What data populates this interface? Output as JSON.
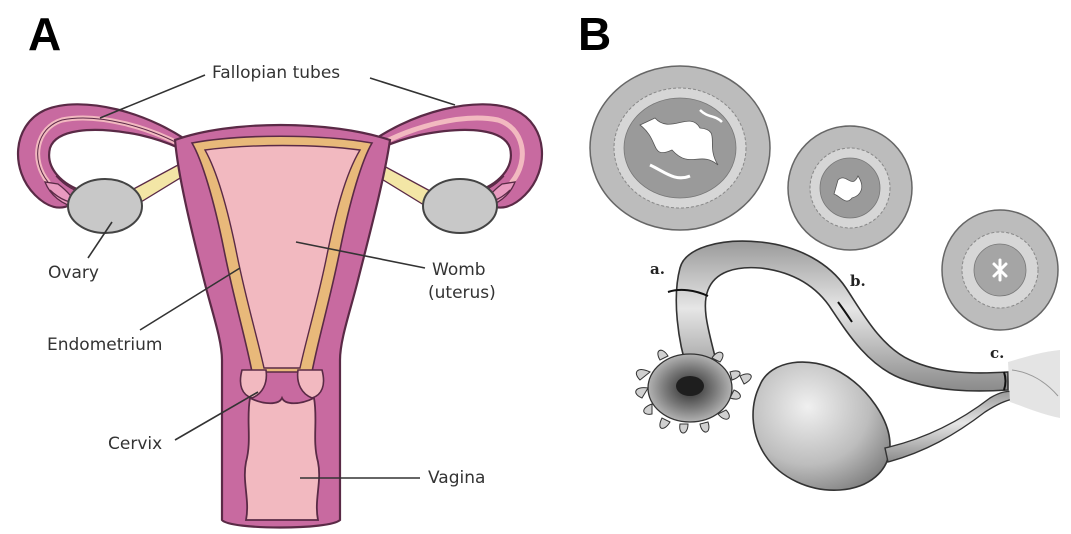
{
  "panel_a": {
    "letter": "A",
    "labels": {
      "fallopian_tubes": "Fallopian tubes",
      "ovary": "Ovary",
      "endometrium": "Endometrium",
      "womb": "Womb",
      "uterus": "(uterus)",
      "cervix": "Cervix",
      "vagina": "Vagina"
    }
  },
  "panel_b": {
    "letter": "B",
    "sections": {
      "a": "a.",
      "b": "b.",
      "c": "c."
    }
  },
  "colors": {
    "muscle": "#c86aa0",
    "muscle_outline": "#5a2a46",
    "lining": "#f2b9c0",
    "endometrium": "#e8b97a",
    "ovary": "#c8c8c8",
    "tube_gray": "#bdbdbd",
    "cross_section": "#bcbcbc"
  }
}
